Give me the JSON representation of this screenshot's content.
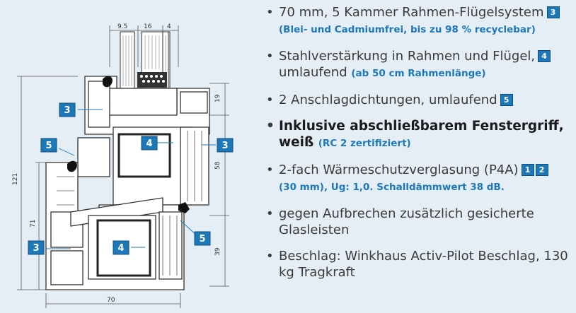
{
  "drawing": {
    "dim_top": [
      "9.5",
      "16",
      "4"
    ],
    "dim_right": [
      "19",
      "58",
      "39"
    ],
    "dim_left": [
      "121",
      "71"
    ],
    "dim_bottom": "70",
    "labels": [
      "3",
      "5",
      "4",
      "3",
      "3",
      "4",
      "5"
    ]
  },
  "features": [
    {
      "main": "70 mm, 5 Kammer Rahmen-Flügelsystem",
      "badges": [
        "3"
      ],
      "sub": "(Blei- und Cadmiumfrei, bis zu 98 % recyclebar)"
    },
    {
      "main": "Stahlverstärkung in Rahmen und Flügel,",
      "badges": [
        "4"
      ],
      "main2": "umlaufend",
      "sub": "(ab 50 cm Rahmenlänge)"
    },
    {
      "main": "2 Anschlagdichtungen, umlaufend",
      "badges": [
        "5"
      ]
    },
    {
      "main": "Inklusive abschließbarem Fenstergriff, weiß",
      "sub": "(RC 2 zertifiziert)"
    },
    {
      "main": "2-fach Wärmeschutzverglasung (P4A)",
      "badges": [
        "1",
        "2"
      ],
      "sub": "(30 mm), Ug: 1,0. Schalldämmwert 38 dB."
    },
    {
      "main": "gegen Aufbrechen zusätzlich gesicherte Glasleisten"
    },
    {
      "main": "Beschlag: Winkhaus Activ-Pilot Beschlag, 130 kg Tragkraft"
    }
  ],
  "colors": {
    "accent": "#1d78b8",
    "text": "#3a3a3a",
    "background": "#e6eef5"
  }
}
